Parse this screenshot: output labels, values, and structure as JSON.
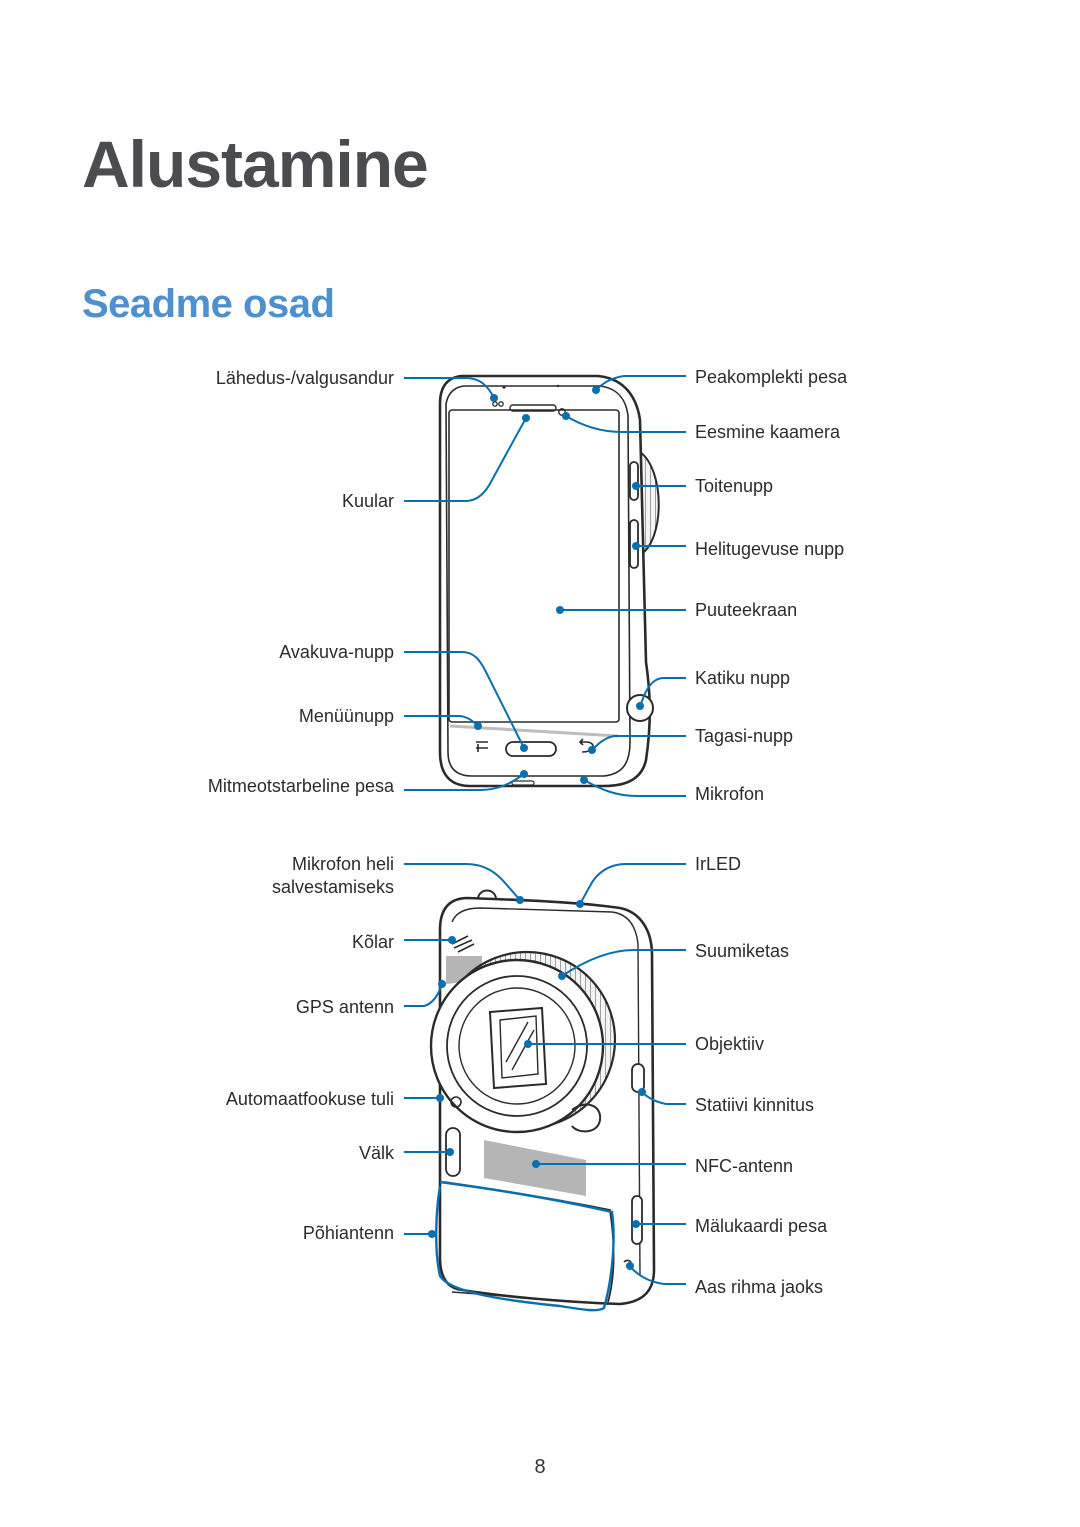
{
  "chapter_title": "Alustamine",
  "section_title": "Seadme osad",
  "front_labels": {
    "proximity_sensor": "Lähedus-/valgusandur",
    "earpiece": "Kuular",
    "home_button": "Avakuva-nupp",
    "menu_button": "Menüünupp",
    "multipurpose_jack": "Mitmeotstarbeline pesa",
    "headset_jack": "Peakomplekti pesa",
    "front_camera": "Eesmine kaamera",
    "power_button": "Toitenupp",
    "volume_button": "Helitugevuse nupp",
    "touchscreen": "Puuteekraan",
    "shutter_button": "Katiku nupp",
    "back_button": "Tagasi-nupp",
    "microphone": "Mikrofon"
  },
  "back_labels": {
    "recording_mic_line1": "Mikrofon heli",
    "recording_mic_line2": "salvestamiseks",
    "speaker": "Kõlar",
    "gps_antenna": "GPS antenn",
    "af_light": "Automaatfookuse tuli",
    "flash": "Välk",
    "main_antenna": "Põhiantenn",
    "irled": "IrLED",
    "zoom_ring": "Suumiketas",
    "lens": "Objektiiv",
    "tripod_mount": "Statiivi kinnitus",
    "nfc_antenna": "NFC-antenn",
    "memory_card_slot": "Mälukaardi pesa",
    "strap_hole": "Aas rihma jaoks"
  },
  "page_number": "8",
  "colors": {
    "title": "#4a4c50",
    "section_title": "#4e8fd0",
    "callout": "#0a6fae",
    "device_outline": "#2b2b2b"
  }
}
